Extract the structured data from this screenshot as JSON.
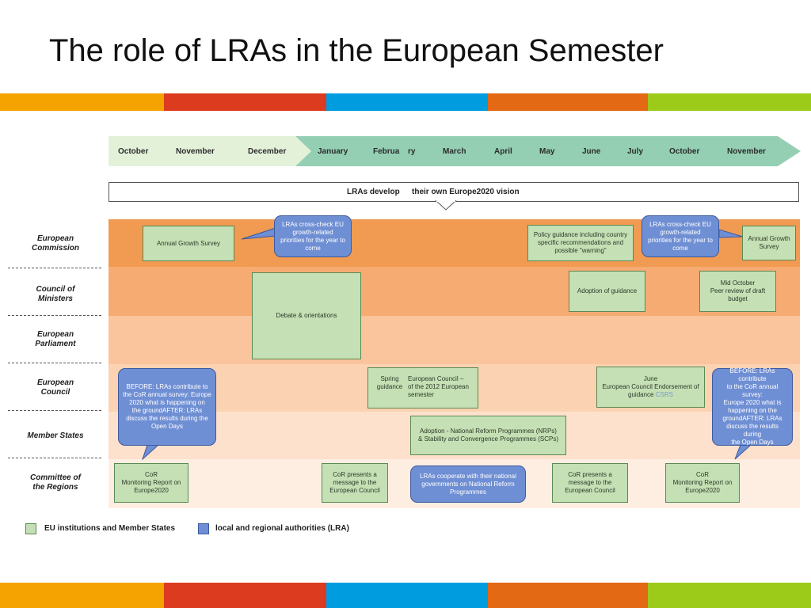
{
  "title": "The role of LRAs in the European Semester",
  "stripe_colors": [
    "#f5a300",
    "#dc3b20",
    "#009ce0",
    "#e36914",
    "#9ccb1a"
  ],
  "timeline": {
    "months": [
      "October",
      "November",
      "December",
      "January",
      "Februa",
      "ry",
      "March",
      "April",
      "May",
      "June",
      "July",
      "October",
      "November"
    ],
    "light_color": "#e3f1d9",
    "dark_color": "#94cfb3"
  },
  "vision": {
    "part1": "LRAs develop",
    "part2": "their own Europe2020 vision"
  },
  "rows": [
    {
      "line1": "European",
      "line2": "Commission",
      "color": "#f09a52"
    },
    {
      "line1": "Council of",
      "line2": "Ministers",
      "color": "#f6ab72"
    },
    {
      "line1": "European",
      "line2": "Parliament",
      "color": "#fac49c"
    },
    {
      "line1": "European",
      "line2": "Council",
      "color": "#fbd2b2"
    },
    {
      "line1": "Member States",
      "line2": "",
      "color": "#fde1cc"
    },
    {
      "line1": "Committee of",
      "line2": "the Regions",
      "color": "#feeee2"
    }
  ],
  "boxes": {
    "annual_growth_survey": "Annual Growth Survey",
    "lra_crosscheck_1": [
      "LRAs cross-check EU",
      "growth-related",
      "priorities for the year to",
      "come"
    ],
    "policy_guidance": [
      "Policy guidance including country",
      "specific recommendations and",
      "possible \"warning\""
    ],
    "lra_crosscheck_2": [
      "LRAs cross-check EU",
      "growth-related",
      "priorities for the year to",
      "come"
    ],
    "annual_growth_survey_2": [
      "Annual Growth",
      "Survey"
    ],
    "debate": "Debate & orientations",
    "adoption_guidance": "Adoption of guidance",
    "mid_october": [
      "Mid October",
      "Peer review of draft",
      "budget"
    ],
    "before_1": [
      "BEFORE: LRAs contribute to",
      "the CoR annual survey: Europe",
      "2020 what is happening on",
      "the groundAFTER: LRAs",
      "discuss the results during the",
      "Open Days"
    ],
    "spring_guidance": [
      "Spring",
      "guidance"
    ],
    "european_council_2012": [
      "European Council –",
      "of the 2012 European",
      "semester"
    ],
    "june_endorsement": [
      "June",
      "European Council Endorsement of",
      "guidance"
    ],
    "csrs": "CSRS",
    "before_2": [
      "BEFORE: LRAs contribute",
      "to the CoR annual survey:",
      "Europe 2020 what is",
      "happening on the",
      "groundAFTER: LRAs",
      "discuss the results during",
      "the Open Days"
    ],
    "adoption_nrp": [
      "Adoption - National Reform Programmes (NRPs)",
      "& Stability and Convergence Programmes (SCPs)"
    ],
    "cor_monitoring_1": [
      "CoR",
      "Monitoring Report on",
      "Europe2020"
    ],
    "cor_presents_1": [
      "CoR presents a",
      "message to the",
      "European Council"
    ],
    "lra_cooperate": [
      "LRAs cooperate with their national",
      "governments on National Reform",
      "Programmes"
    ],
    "cor_presents_2": [
      "CoR presents a",
      "message to the",
      "European Council"
    ],
    "cor_monitoring_2": [
      "CoR",
      "Monitoring Report on",
      "Europe2020"
    ]
  },
  "legend": {
    "green_label": "EU institutions and Member States",
    "blue_label": "local and regional authorities (LRA)",
    "green_color": "#c5e0b4",
    "blue_color": "#6f8fd4"
  }
}
